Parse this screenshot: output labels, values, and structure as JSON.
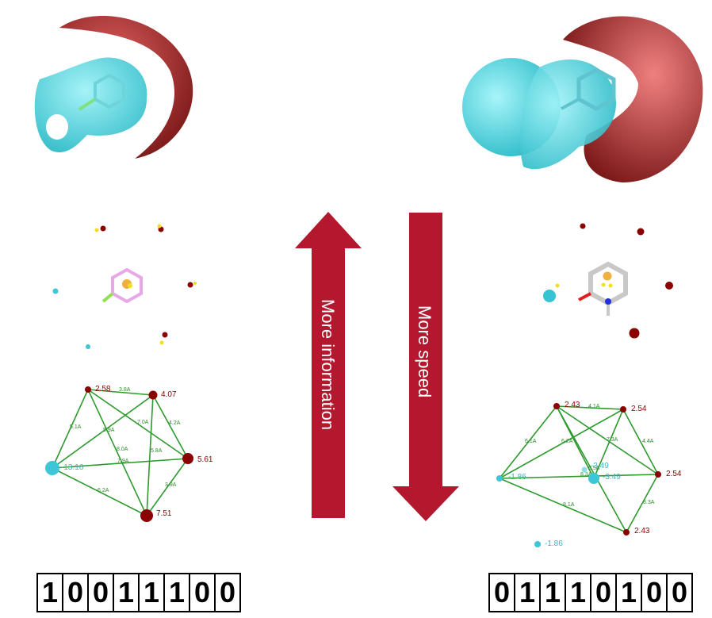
{
  "arrows": {
    "up_label": "More information",
    "down_label": "More speed",
    "color": "#b3182f"
  },
  "left": {
    "graph": {
      "nodes": [
        {
          "id": "a",
          "value": "2.58",
          "kind": "red"
        },
        {
          "id": "b",
          "value": "4.07",
          "kind": "red"
        },
        {
          "id": "c",
          "value": "5.61",
          "kind": "red"
        },
        {
          "id": "d",
          "value": "7.51",
          "kind": "red"
        },
        {
          "id": "e",
          "value": "-13.16",
          "kind": "cyan"
        }
      ],
      "edges": [
        {
          "label": "3.8A"
        },
        {
          "label": "4.2A"
        },
        {
          "label": "3.9A"
        },
        {
          "label": "6.2A"
        },
        {
          "label": "5.1A"
        },
        {
          "label": "7.0A"
        },
        {
          "label": "5.8A"
        },
        {
          "label": "8.0A"
        },
        {
          "label": "7.9A"
        },
        {
          "label": "5.9A"
        }
      ]
    },
    "bits": [
      "1",
      "0",
      "0",
      "1",
      "1",
      "1",
      "0",
      "0"
    ]
  },
  "right": {
    "graph": {
      "nodes": [
        {
          "id": "a",
          "value": "2.43",
          "kind": "red"
        },
        {
          "id": "b",
          "value": "2.54",
          "kind": "red"
        },
        {
          "id": "c",
          "value": "2.54",
          "kind": "red"
        },
        {
          "id": "d",
          "value": "2.43",
          "kind": "red"
        },
        {
          "id": "e",
          "value": "-1.86",
          "kind": "cyan"
        },
        {
          "id": "f",
          "value": "-3.49",
          "kind": "cyan"
        },
        {
          "id": "g",
          "value": "-3.49",
          "kind": "cyan"
        },
        {
          "id": "h",
          "value": "-1.86",
          "kind": "cyan"
        }
      ],
      "edges": [
        {
          "label": "4.1A"
        },
        {
          "label": "4.4A"
        },
        {
          "label": "3.3A"
        },
        {
          "label": "8.1A"
        },
        {
          "label": "6.1A"
        },
        {
          "label": "7.3A"
        },
        {
          "label": "6.2A"
        },
        {
          "label": "8.5A"
        },
        {
          "label": "8.3A"
        }
      ]
    },
    "bits": [
      "0",
      "1",
      "1",
      "1",
      "0",
      "1",
      "0",
      "0"
    ]
  }
}
